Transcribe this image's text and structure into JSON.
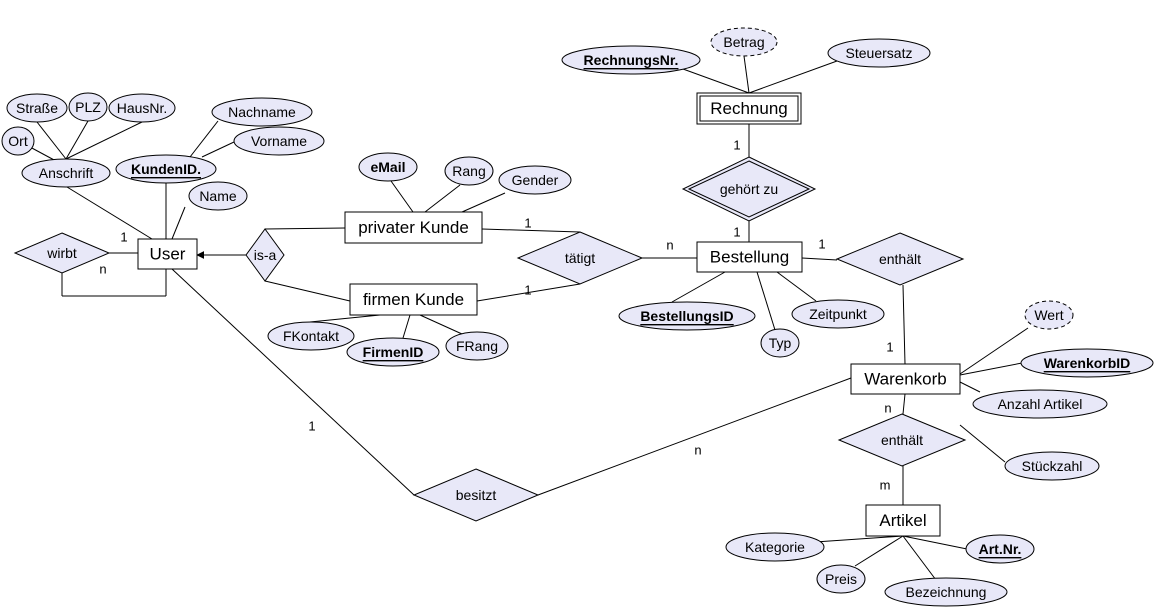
{
  "colors": {
    "shape_fill": "#e8e8f8",
    "box_fill": "#ffffff",
    "stroke": "#000000"
  },
  "entities": [
    {
      "id": "user",
      "label": "User",
      "type": "entity"
    },
    {
      "id": "privat",
      "label": "privater Kunde",
      "type": "entity"
    },
    {
      "id": "firmen",
      "label": "firmen Kunde",
      "type": "entity"
    },
    {
      "id": "rechnung",
      "label": "Rechnung",
      "type": "weak_entity"
    },
    {
      "id": "bestellung",
      "label": "Bestellung",
      "type": "entity"
    },
    {
      "id": "warenkorb",
      "label": "Warenkorb",
      "type": "entity"
    },
    {
      "id": "artikel",
      "label": "Artikel",
      "type": "entity"
    }
  ],
  "relationships": [
    {
      "id": "wirbt",
      "label": "wirbt",
      "type": "relationship"
    },
    {
      "id": "isa",
      "label": "is-a",
      "type": "relationship"
    },
    {
      "id": "taetigt",
      "label": "tätigt",
      "type": "relationship"
    },
    {
      "id": "gehoert",
      "label": "gehört zu",
      "type": "identifying_relationship"
    },
    {
      "id": "enthaelt1",
      "label": "enthält",
      "type": "relationship"
    },
    {
      "id": "enthaelt2",
      "label": "enthält",
      "type": "relationship"
    },
    {
      "id": "besitzt",
      "label": "besitzt",
      "type": "relationship"
    }
  ],
  "attributes": [
    {
      "id": "strasse",
      "label": "Straße",
      "kind": "normal"
    },
    {
      "id": "plz",
      "label": "PLZ",
      "kind": "normal"
    },
    {
      "id": "hausnr",
      "label": "HausNr.",
      "kind": "normal"
    },
    {
      "id": "ort",
      "label": "Ort",
      "kind": "normal"
    },
    {
      "id": "anschrift",
      "label": "Anschrift",
      "kind": "normal"
    },
    {
      "id": "nachname",
      "label": "Nachname",
      "kind": "normal"
    },
    {
      "id": "vorname",
      "label": "Vorname",
      "kind": "normal"
    },
    {
      "id": "kundenid",
      "label": "KundenID.",
      "kind": "key"
    },
    {
      "id": "name",
      "label": "Name",
      "kind": "normal"
    },
    {
      "id": "email",
      "label": "eMail",
      "kind": "bold"
    },
    {
      "id": "rang",
      "label": "Rang",
      "kind": "normal"
    },
    {
      "id": "gender",
      "label": "Gender",
      "kind": "normal"
    },
    {
      "id": "fkontakt",
      "label": "FKontakt",
      "kind": "normal"
    },
    {
      "id": "firmenid",
      "label": "FirmenID",
      "kind": "key"
    },
    {
      "id": "frang",
      "label": "FRang",
      "kind": "normal"
    },
    {
      "id": "rechnungsnr",
      "label": "RechnungsNr.",
      "kind": "key"
    },
    {
      "id": "betrag",
      "label": "Betrag",
      "kind": "derived"
    },
    {
      "id": "steuersatz",
      "label": "Steuersatz",
      "kind": "normal"
    },
    {
      "id": "bestellungsid",
      "label": "BestellungsID",
      "kind": "key"
    },
    {
      "id": "typ",
      "label": "Typ",
      "kind": "normal"
    },
    {
      "id": "zeitpunkt",
      "label": "Zeitpunkt",
      "kind": "normal"
    },
    {
      "id": "wert",
      "label": "Wert",
      "kind": "derived"
    },
    {
      "id": "warenkorbid",
      "label": "WarenkorbID",
      "kind": "key"
    },
    {
      "id": "anzahlartikel",
      "label": "Anzahl Artikel",
      "kind": "normal"
    },
    {
      "id": "stueckzahl",
      "label": "Stückzahl",
      "kind": "normal"
    },
    {
      "id": "kategorie",
      "label": "Kategorie",
      "kind": "normal"
    },
    {
      "id": "artnr",
      "label": "Art.Nr.",
      "kind": "key"
    },
    {
      "id": "preis",
      "label": "Preis",
      "kind": "normal"
    },
    {
      "id": "bezeichnung",
      "label": "Bezeichnung",
      "kind": "normal"
    }
  ],
  "cardinalities": [
    {
      "id": "c_user_wirbt",
      "label": "1"
    },
    {
      "id": "c_wirbt_n",
      "label": "n"
    },
    {
      "id": "c_privat_taetigt",
      "label": "1"
    },
    {
      "id": "c_firmen_taetigt",
      "label": "1"
    },
    {
      "id": "c_taetigt_best",
      "label": "n"
    },
    {
      "id": "c_rech_gehoert",
      "label": "1"
    },
    {
      "id": "c_best_gehoert",
      "label": "1"
    },
    {
      "id": "c_best_enth",
      "label": "1"
    },
    {
      "id": "c_enth_warenkorb",
      "label": "1"
    },
    {
      "id": "c_warenkorb_enth2",
      "label": "n"
    },
    {
      "id": "c_enth2_artikel",
      "label": "m"
    },
    {
      "id": "c_user_besitzt",
      "label": "1"
    },
    {
      "id": "c_besitzt_warenkorb",
      "label": "n"
    }
  ]
}
